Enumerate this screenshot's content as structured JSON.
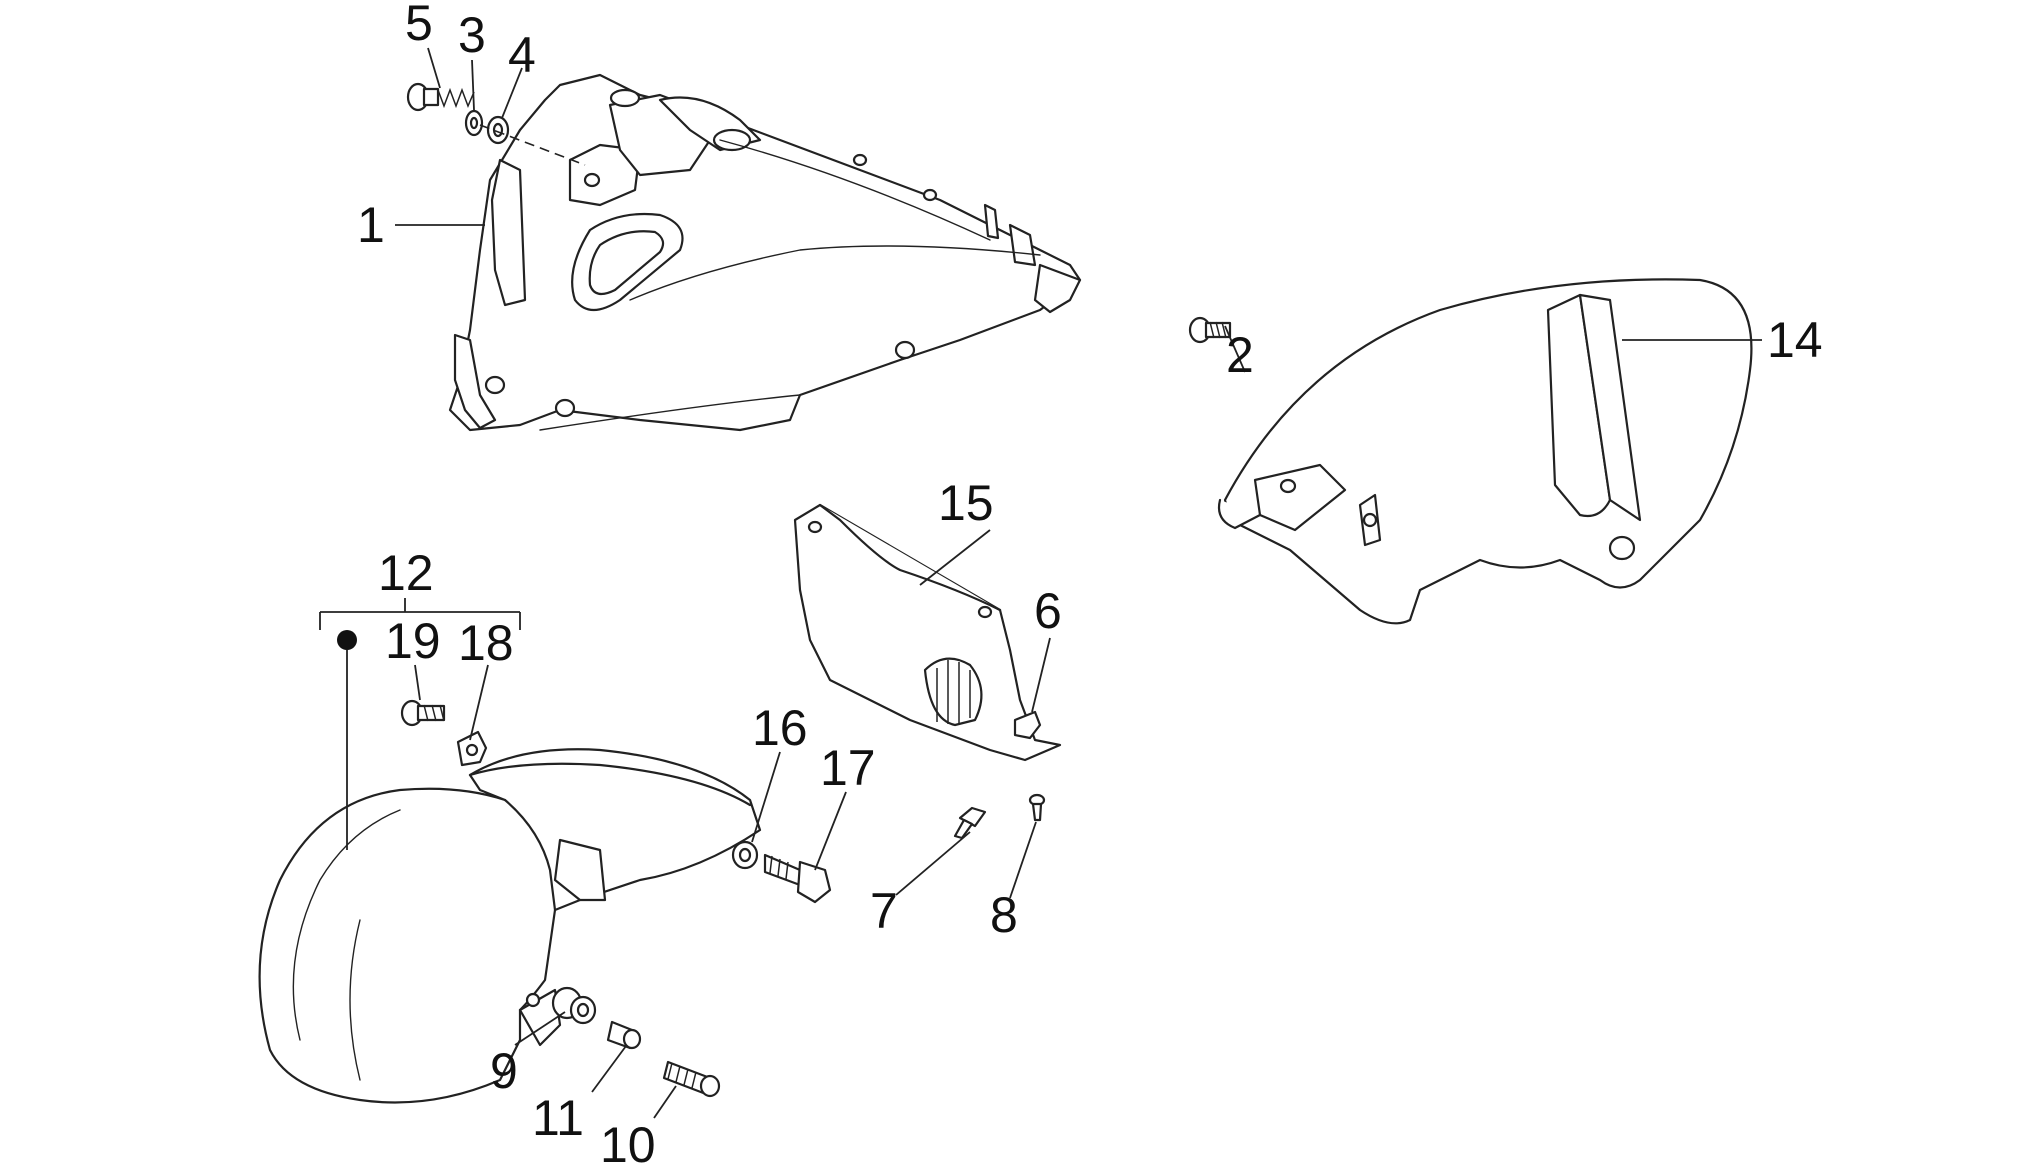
{
  "diagram": {
    "callouts": {
      "c1": "1",
      "c2": "2",
      "c3": "3",
      "c4": "4",
      "c5": "5",
      "c6": "6",
      "c7": "7",
      "c8": "8",
      "c9": "9",
      "c10": "10",
      "c11": "11",
      "c12": "12",
      "c14": "14",
      "c15": "15",
      "c16": "16",
      "c17": "17",
      "c18": "18",
      "c19": "19"
    }
  }
}
